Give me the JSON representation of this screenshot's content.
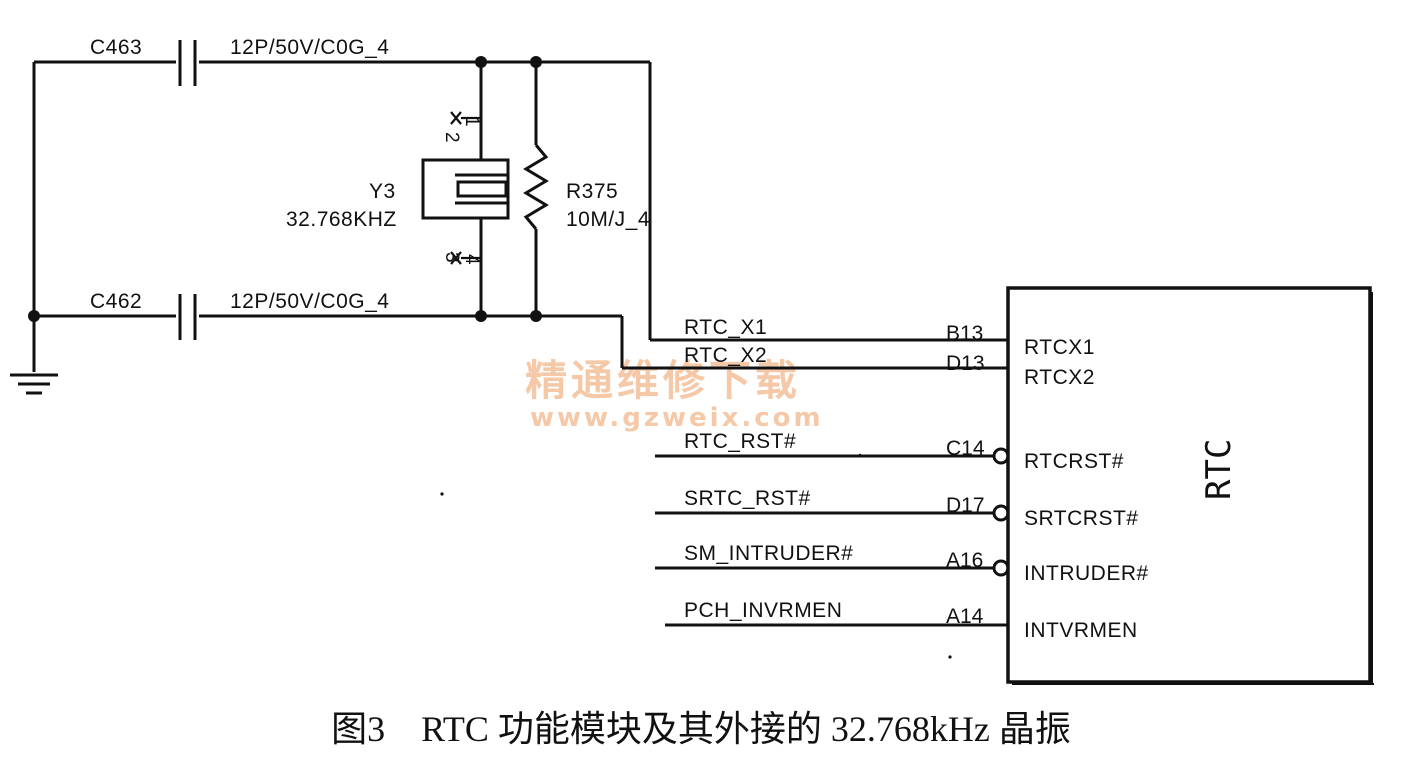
{
  "capacitors": [
    {
      "ref": "C463",
      "value": "12P/50V/C0G_4"
    },
    {
      "ref": "C462",
      "value": "12P/50V/C0G_4"
    }
  ],
  "crystal": {
    "ref": "Y3",
    "value": "32.768KHZ",
    "pins": [
      "2",
      "1",
      "3",
      "4"
    ]
  },
  "resistor": {
    "ref": "R375",
    "value": "10M/J_4"
  },
  "chip": {
    "label": "RTC",
    "pins": [
      {
        "net": "RTC_X1",
        "number": "B13",
        "name": "RTCX1"
      },
      {
        "net": "RTC_X2",
        "number": "D13",
        "name": "RTCX2"
      },
      {
        "net": "RTC_RST#",
        "number": "C14",
        "name": "RTCRST#"
      },
      {
        "net": "SRTC_RST#",
        "number": "D17",
        "name": "SRTCRST#"
      },
      {
        "net": "SM_INTRUDER#",
        "number": "A16",
        "name": "INTRUDER#"
      },
      {
        "net": "PCH_INVRMEN",
        "number": "A14",
        "name": "INTVRMEN"
      }
    ]
  },
  "watermark": {
    "line1": "精通维修下载",
    "line2": "www.gzweix.com"
  },
  "caption": "图3　RTC 功能模块及其外接的 32.768kHz 晶振"
}
